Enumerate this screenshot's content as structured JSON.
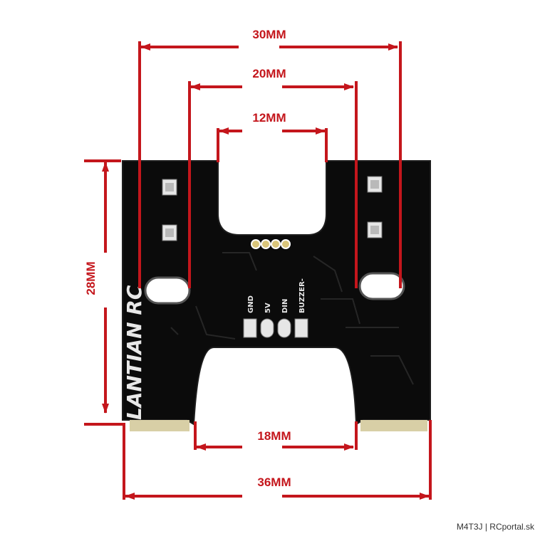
{
  "dimensions": {
    "top_30": "30MM",
    "top_20": "20MM",
    "top_12": "12MM",
    "left_28": "28MM",
    "bottom_18": "18MM",
    "bottom_36": "36MM"
  },
  "board": {
    "brand": "LANTIAN RC",
    "pins": [
      "GND",
      "5V",
      "DIN",
      "BUZZER-"
    ]
  },
  "watermark": "M4T3J | RCportal.sk",
  "colors": {
    "dimension": "#c4161c",
    "board": "#0b0b0b",
    "silkscreen": "#e8e8e8"
  }
}
